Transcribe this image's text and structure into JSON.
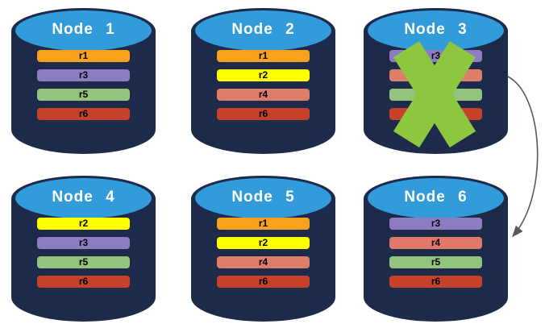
{
  "canvas": {
    "background": "#FFFFFF"
  },
  "colors": {
    "cylinder_body": "#1E2A4A",
    "cylinder_top_face": "#319CD9",
    "node_title_text": "#FFFFFF",
    "replica_label_text": "#000000"
  },
  "nodes": [
    {
      "name": "Node 1",
      "replicas": [
        {
          "label": "r1",
          "color": "#F9A11B"
        },
        {
          "label": "r3",
          "color": "#8E7CC3"
        },
        {
          "label": "r5",
          "color": "#93C47D"
        },
        {
          "label": "r6",
          "color": "#C5412A"
        }
      ]
    },
    {
      "name": "Node 2",
      "replicas": [
        {
          "label": "r1",
          "color": "#F9A11B"
        },
        {
          "label": "r2",
          "color": "#FFFF00"
        },
        {
          "label": "r4",
          "color": "#DD7E6B"
        },
        {
          "label": "r6",
          "color": "#C5412A"
        }
      ]
    },
    {
      "name": "Node 3",
      "replicas": [
        {
          "label": "r3",
          "color": "#8E7CC3"
        },
        {
          "label": "r4",
          "color": "#DD7E6B"
        },
        {
          "label": "r5",
          "color": "#93C47D"
        },
        {
          "label": "r6",
          "color": "#C5412A"
        }
      ]
    },
    {
      "name": "Node 4",
      "replicas": [
        {
          "label": "r2",
          "color": "#FFFF00"
        },
        {
          "label": "r3",
          "color": "#8E7CC3"
        },
        {
          "label": "r5",
          "color": "#93C47D"
        },
        {
          "label": "r6",
          "color": "#C5412A"
        }
      ]
    },
    {
      "name": "Node 5",
      "replicas": [
        {
          "label": "r1",
          "color": "#F9A11B"
        },
        {
          "label": "r2",
          "color": "#FFFF00"
        },
        {
          "label": "r4",
          "color": "#DD7E6B"
        },
        {
          "label": "r6",
          "color": "#C5412A"
        }
      ]
    },
    {
      "name": "Node 6",
      "replicas": [
        {
          "label": "r3",
          "color": "#8E7CC3"
        },
        {
          "label": "r4",
          "color": "#E0796B"
        },
        {
          "label": "r5",
          "color": "#93C47D"
        },
        {
          "label": "r6",
          "color": "#C5412A"
        }
      ]
    }
  ],
  "failure": {
    "node": "Node 3",
    "x_icon_color": "#8DC63F"
  },
  "arrow": {
    "from": "Node 3",
    "to": "Node 6",
    "color": "#595959"
  }
}
